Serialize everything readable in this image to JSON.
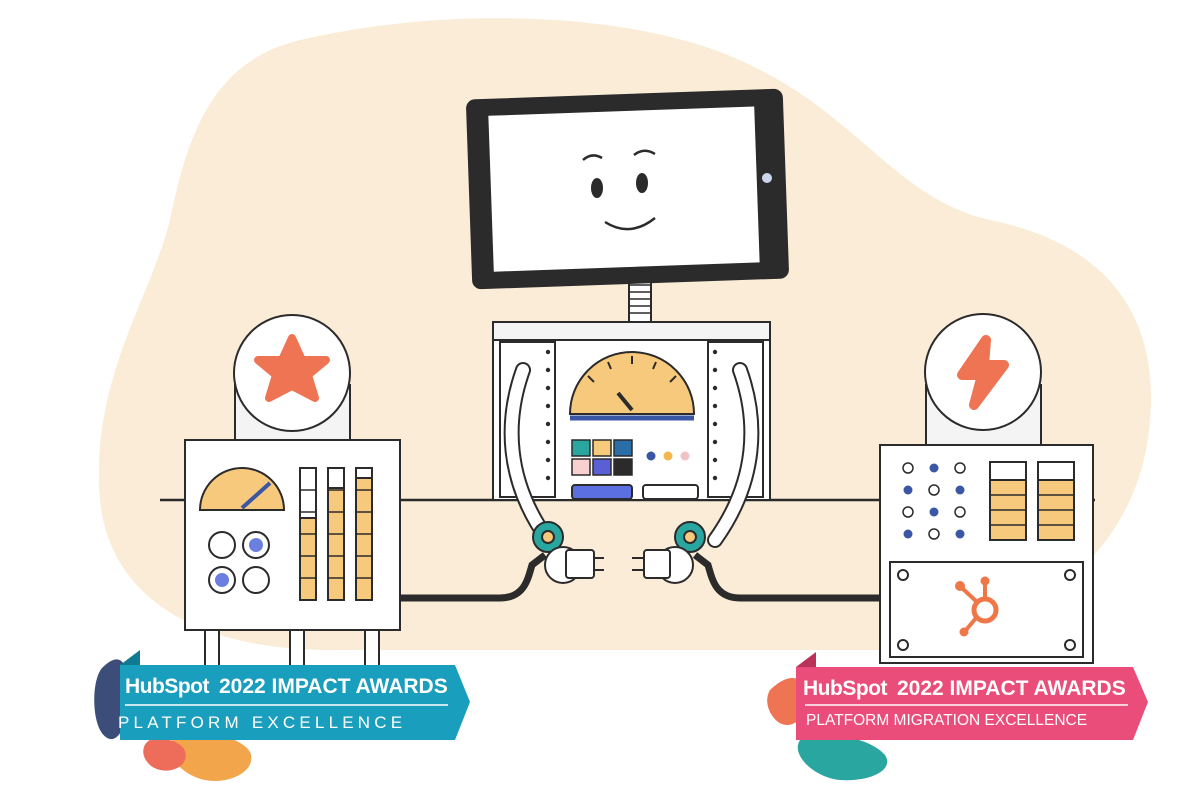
{
  "illustration": {
    "colors": {
      "blob": "#faecd7",
      "ink": "#2b2b2b",
      "panel": "#f4f4f4",
      "gold": "#f7c97c",
      "orange": "#ee7454",
      "navy": "#3b56a3",
      "teal": "#2aa6a0",
      "hubspot_orange": "#ef7646"
    }
  },
  "badges": [
    {
      "brand": "HubSpot",
      "title": "2022 IMPACT AWARDS",
      "subtitle": "PLATFORM EXCELLENCE",
      "color": "#1a9ebd"
    },
    {
      "brand": "HubSpot",
      "title": "2022 IMPACT AWARDS",
      "subtitle": "PLATFORM MIGRATION EXCELLENCE",
      "color": "#ea4d79"
    }
  ]
}
